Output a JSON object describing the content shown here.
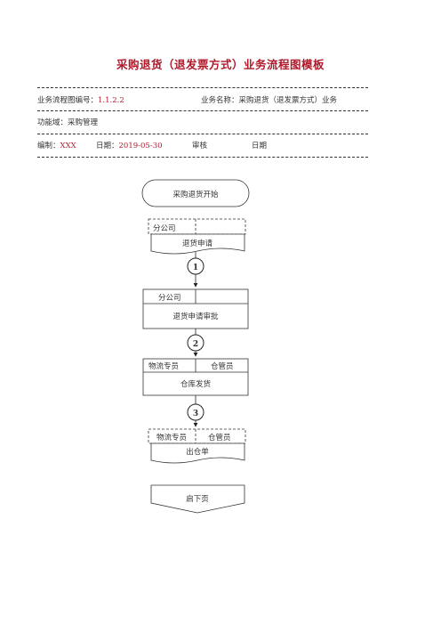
{
  "doc": {
    "title": "采购退货（退发票方式）业务流程图模板",
    "flow_no_label": "业务流程图编号：",
    "flow_no": "1.1.2.2",
    "biz_name_label": "业务名称：",
    "biz_name": "采购退货（退发票方式）业务",
    "domain_label": "功能域：",
    "domain": "采购管理",
    "author_label": "编制：",
    "author": "XXX",
    "date_label": "日期：",
    "date": "2019-05-30",
    "review_label": "审核",
    "review_date_label": "日期"
  },
  "flow": {
    "start": "采购退货开始",
    "step1": {
      "role": "分公司",
      "task": "退货申请"
    },
    "marker1": "1",
    "step2": {
      "role": "分公司",
      "task": "退货申请审批"
    },
    "marker2": "2",
    "step3": {
      "role_a": "物流专员",
      "role_b": "仓管员",
      "task": "仓库发货"
    },
    "marker3": "3",
    "step4": {
      "role_a": "物流专员",
      "role_b": "仓管员",
      "task": "出仓单"
    },
    "next_page": "启下页"
  }
}
